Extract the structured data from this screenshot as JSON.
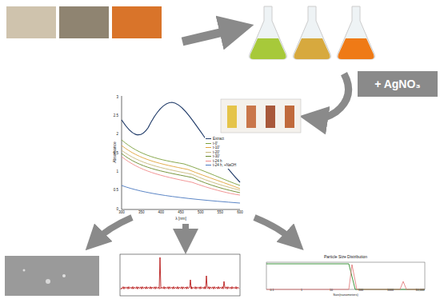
{
  "diagram": {
    "nodes": [
      {
        "text": [
          "+ AgNO₃"
        ]
      }
    ],
    "labels": [
      "Absorbance",
      "λ [nm]",
      "3",
      "2.5",
      "2",
      "1.5",
      "1",
      "0.5",
      "0",
      "300",
      "350",
      "400",
      "450",
      "500",
      "550",
      "600",
      "Particle Size Distribution",
      "Size(nanometers)",
      "0.1",
      "1",
      "10",
      "100",
      "1000",
      "10,000"
    ],
    "legend": [
      {
        "text": "Extract"
      },
      {
        "text": "t-0'"
      },
      {
        "text": "t-10'"
      },
      {
        "text": "t-20'"
      },
      {
        "text": "t-30'"
      },
      {
        "text": "t-24 h"
      },
      {
        "text": "t-24 h, +NaOH"
      }
    ]
  }
}
